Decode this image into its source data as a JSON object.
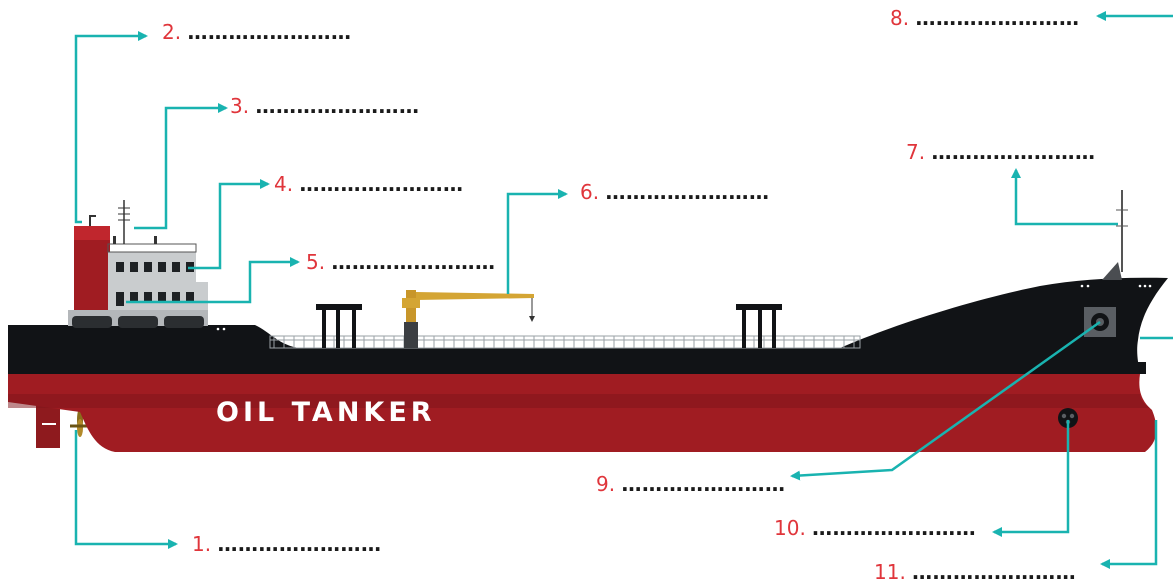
{
  "ship_name": "OIL TANKER",
  "accent_color": "#19b3b0",
  "labels": [
    {
      "num": "1.",
      "blank": "……………………"
    },
    {
      "num": "2.",
      "blank": "……………………"
    },
    {
      "num": "3.",
      "blank": "……………………"
    },
    {
      "num": "4.",
      "blank": "……………………"
    },
    {
      "num": "5.",
      "blank": "……………………"
    },
    {
      "num": "6.",
      "blank": "……………………"
    },
    {
      "num": "7.",
      "blank": "……………………"
    },
    {
      "num": "8.",
      "blank": "……………………"
    },
    {
      "num": "9.",
      "blank": "……………………"
    },
    {
      "num": "10.",
      "blank": "……………………"
    },
    {
      "num": "11.",
      "blank": "……………………"
    }
  ]
}
